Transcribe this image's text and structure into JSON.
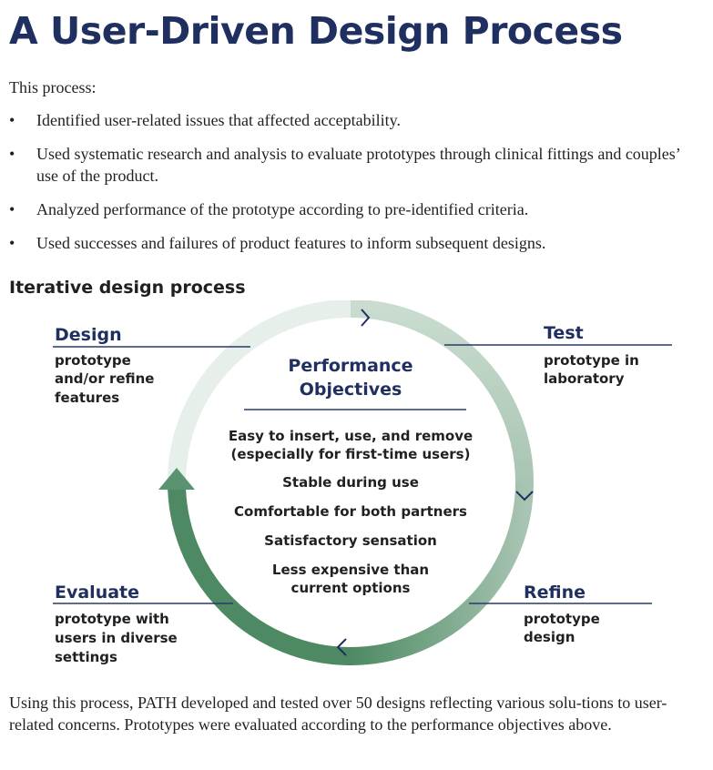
{
  "title": "A User-Driven Design Process",
  "intro": "This process:",
  "bullets": [
    "Identified user-related issues that affected acceptability.",
    "Used systematic research and analysis to evaluate prototypes through clinical fittings and couples’ use of the product.",
    "Analyzed performance of the prototype according to pre-identified criteria.",
    "Used successes and failures of product features to inform subsequent designs."
  ],
  "bullet_symbol": "•",
  "subheading": "Iterative design process",
  "diagram": {
    "center": {
      "title_lines": [
        "Performance",
        "Objectives"
      ],
      "objectives": [
        [
          "Easy to insert, use, and remove",
          "(especially for first-time users)"
        ],
        [
          "Stable during use"
        ],
        [
          "Comfortable for both partners"
        ],
        [
          "Satisfactory sensation"
        ],
        [
          "Less expensive than",
          "current options"
        ]
      ]
    },
    "stages": [
      {
        "title": "Design",
        "desc_lines": [
          "prototype",
          "and/or refine",
          "features"
        ]
      },
      {
        "title": "Test",
        "desc_lines": [
          "prototype in",
          "laboratory"
        ]
      },
      {
        "title": "Refine",
        "desc_lines": [
          "prototype",
          "design"
        ]
      },
      {
        "title": "Evaluate",
        "desc_lines": [
          "prototype with",
          "users in diverse",
          "settings"
        ]
      }
    ],
    "colors": {
      "heading_navy": "#1f2f5f",
      "ring_light": "#e6efea",
      "ring_mid": "#b7cfc0",
      "ring_dark": "#4d8a63",
      "divider": "#2a3a66"
    }
  },
  "footer": "Using this process, PATH developed and tested over 50 designs reflecting various solu-tions to user-related concerns.  Prototypes were evaluated according to the performance objectives above."
}
